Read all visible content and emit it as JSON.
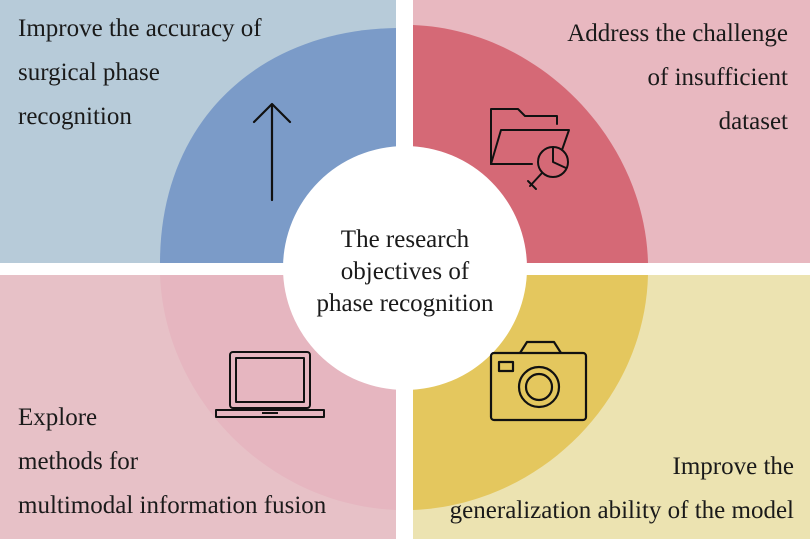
{
  "center": {
    "lines": [
      "The research",
      "objectives of",
      "phase recognition"
    ]
  },
  "quadrants": {
    "top_left": {
      "lines": [
        "Improve the accuracy of",
        "surgical phase",
        "recognition"
      ],
      "icon": "arrow-up-icon",
      "bg_color": "#b7cbd9",
      "accent_color": "#7b9bc8"
    },
    "top_right": {
      "lines": [
        "Address the challenge",
        "of insufficient",
        "dataset"
      ],
      "icon": "folder-search-icon",
      "bg_color": "#e8b8c0",
      "accent_color": "#d56976"
    },
    "bottom_left": {
      "lines": [
        "Explore",
        "methods for",
        "multimodal information fusion"
      ],
      "icon": "laptop-icon",
      "bg_color": "#e7c1c7",
      "accent_color": "#e6b6c0"
    },
    "bottom_right": {
      "lines": [
        "Improve the",
        "generalization ability of the model"
      ],
      "icon": "camera-icon",
      "bg_color": "#ece3b1",
      "accent_color": "#e4c75e"
    }
  }
}
